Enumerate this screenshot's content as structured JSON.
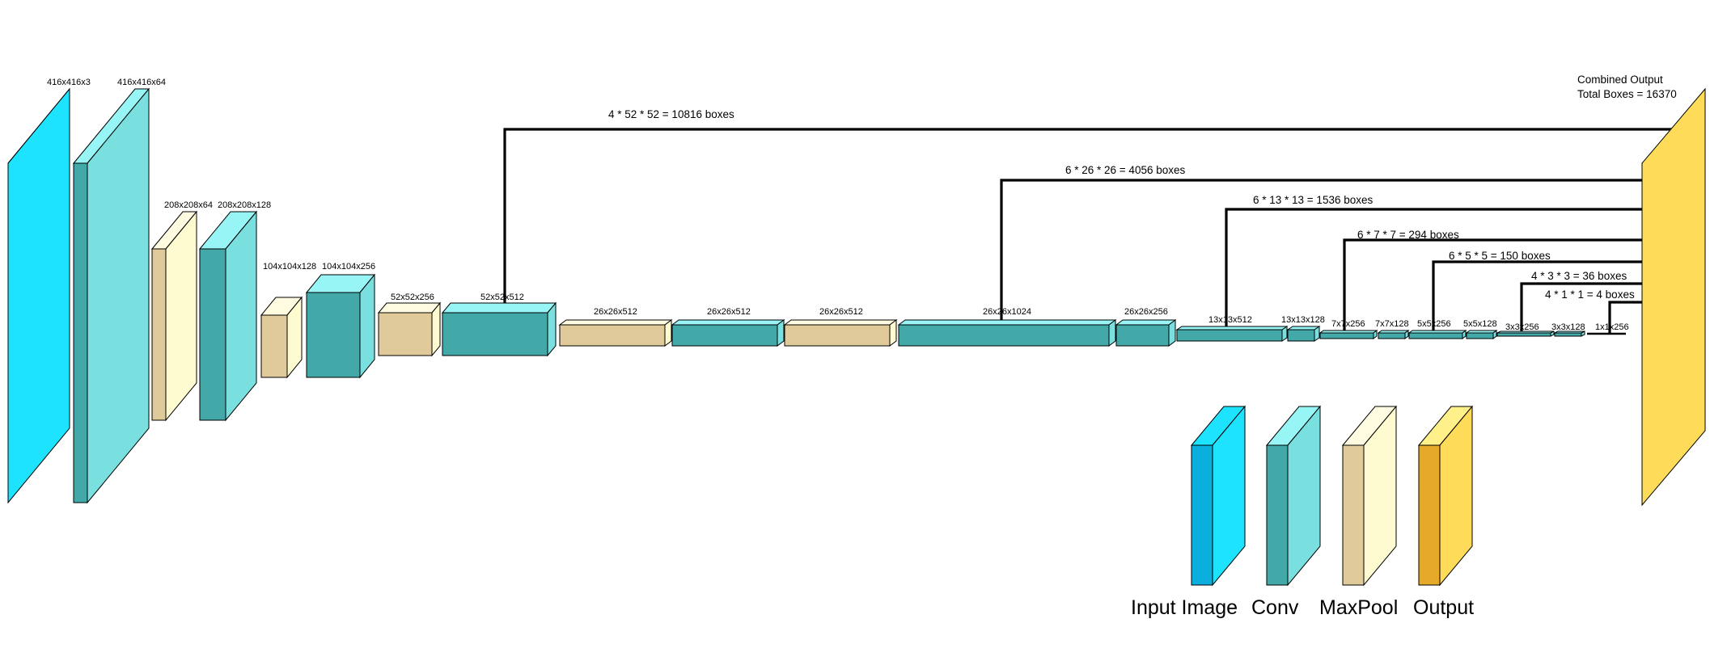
{
  "colors": {
    "input": {
      "front": "#1EE3FF",
      "side": "#0AAFDD",
      "top": "#1EE3FF"
    },
    "conv": {
      "front": "#7ADFDF",
      "side": "#42A8A8",
      "top": "#98F5F5"
    },
    "maxpool": {
      "front": "#FFFBD0",
      "side": "#E0CA9A",
      "top": "#FFFBE0"
    },
    "output": {
      "front": "#FEDC5A",
      "side": "#E6A92A",
      "top": "#FFF08A"
    }
  },
  "layers": [
    {
      "label": "416x416x3",
      "kind": "input"
    },
    {
      "label": "416x416x64",
      "kind": "conv"
    },
    {
      "label": "208x208x64",
      "kind": "maxpool"
    },
    {
      "label": "208x208x128",
      "kind": "conv"
    },
    {
      "label": "104x104x128",
      "kind": "maxpool"
    },
    {
      "label": "104x104x256",
      "kind": "conv"
    },
    {
      "label": "52x52x256",
      "kind": "maxpool"
    },
    {
      "label": "52x52x512",
      "kind": "conv"
    },
    {
      "label": "26x26x512",
      "kind": "maxpool"
    },
    {
      "label": "26x26x512",
      "kind": "conv"
    },
    {
      "label": "26x26x512",
      "kind": "maxpool"
    },
    {
      "label": "26x26x1024",
      "kind": "conv"
    },
    {
      "label": "26x26x256",
      "kind": "conv"
    },
    {
      "label": "13x13x512",
      "kind": "conv"
    },
    {
      "label": "13x13x128",
      "kind": "conv"
    },
    {
      "label": "7x7x256",
      "kind": "conv"
    },
    {
      "label": "7x7x128",
      "kind": "conv"
    },
    {
      "label": "5x5x256",
      "kind": "conv"
    },
    {
      "label": "5x5x128",
      "kind": "conv"
    },
    {
      "label": "3x3x256",
      "kind": "conv"
    },
    {
      "label": "3x3x128",
      "kind": "conv"
    },
    {
      "label": "1x1x256",
      "kind": "flat"
    }
  ],
  "output": {
    "line1": "Combined Output",
    "line2": "Total Boxes = 16370"
  },
  "connections": [
    {
      "from_layer": 7,
      "label": "4 * 52 * 52 = 10816 boxes"
    },
    {
      "from_layer": 11,
      "label": "6 * 26 * 26 = 4056 boxes"
    },
    {
      "from_layer": 13,
      "label": "6 * 13 * 13 = 1536 boxes"
    },
    {
      "from_layer": 15,
      "label": "6 * 7 * 7 = 294 boxes"
    },
    {
      "from_layer": 17,
      "label": "6 * 5 * 5 = 150 boxes"
    },
    {
      "from_layer": 19,
      "label": "4 * 3 * 3 = 36 boxes"
    },
    {
      "from_layer": 21,
      "label": "4 * 1 * 1 = 4 boxes"
    }
  ],
  "legend": [
    {
      "label": "Input Image",
      "kind": "input"
    },
    {
      "label": "Conv",
      "kind": "conv"
    },
    {
      "label": "MaxPool",
      "kind": "maxpool"
    },
    {
      "label": "Output",
      "kind": "output"
    }
  ]
}
